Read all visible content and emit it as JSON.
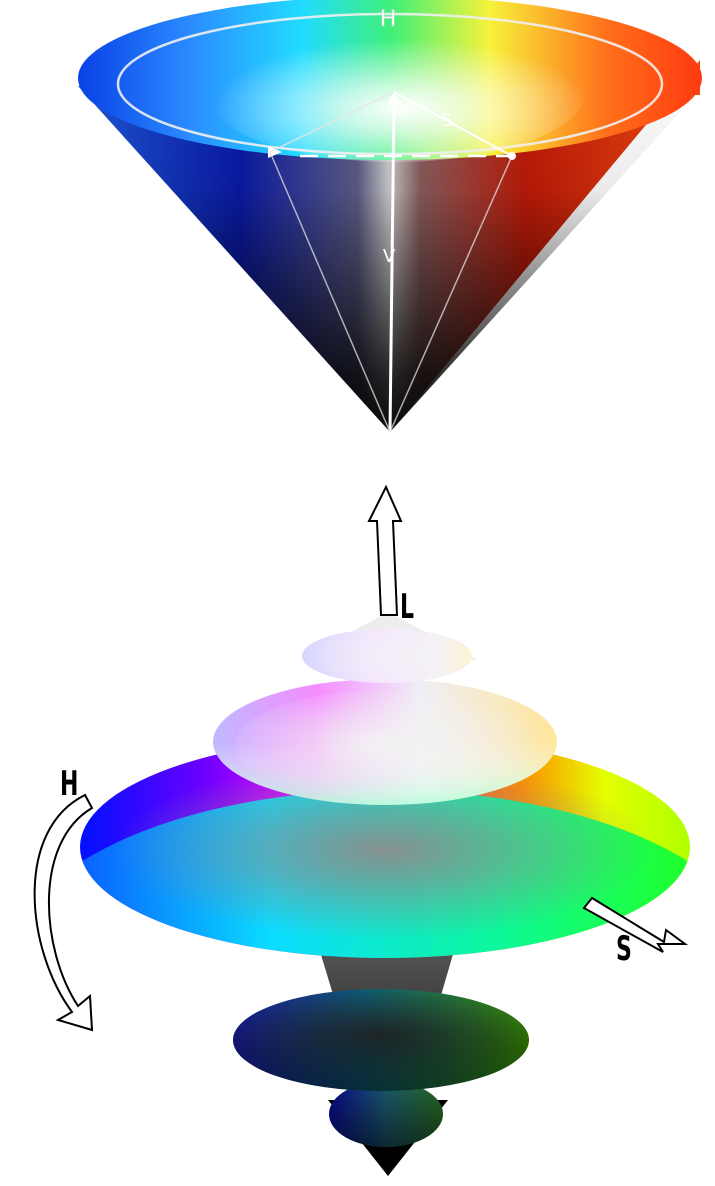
{
  "hsv_cone": {
    "labels": {
      "hue": "H",
      "saturation": "S",
      "value": "V"
    }
  },
  "hsl_stack": {
    "labels": {
      "lightness": "L",
      "hue": "H",
      "saturation": "S"
    }
  },
  "colors": {
    "red": "#ff1a00",
    "yellow": "#f5ff00",
    "green": "#22ff00",
    "cyan": "#00f0ff",
    "blue": "#0018ff",
    "magenta": "#ff00ff",
    "white": "#ffffff",
    "black": "#000000"
  }
}
